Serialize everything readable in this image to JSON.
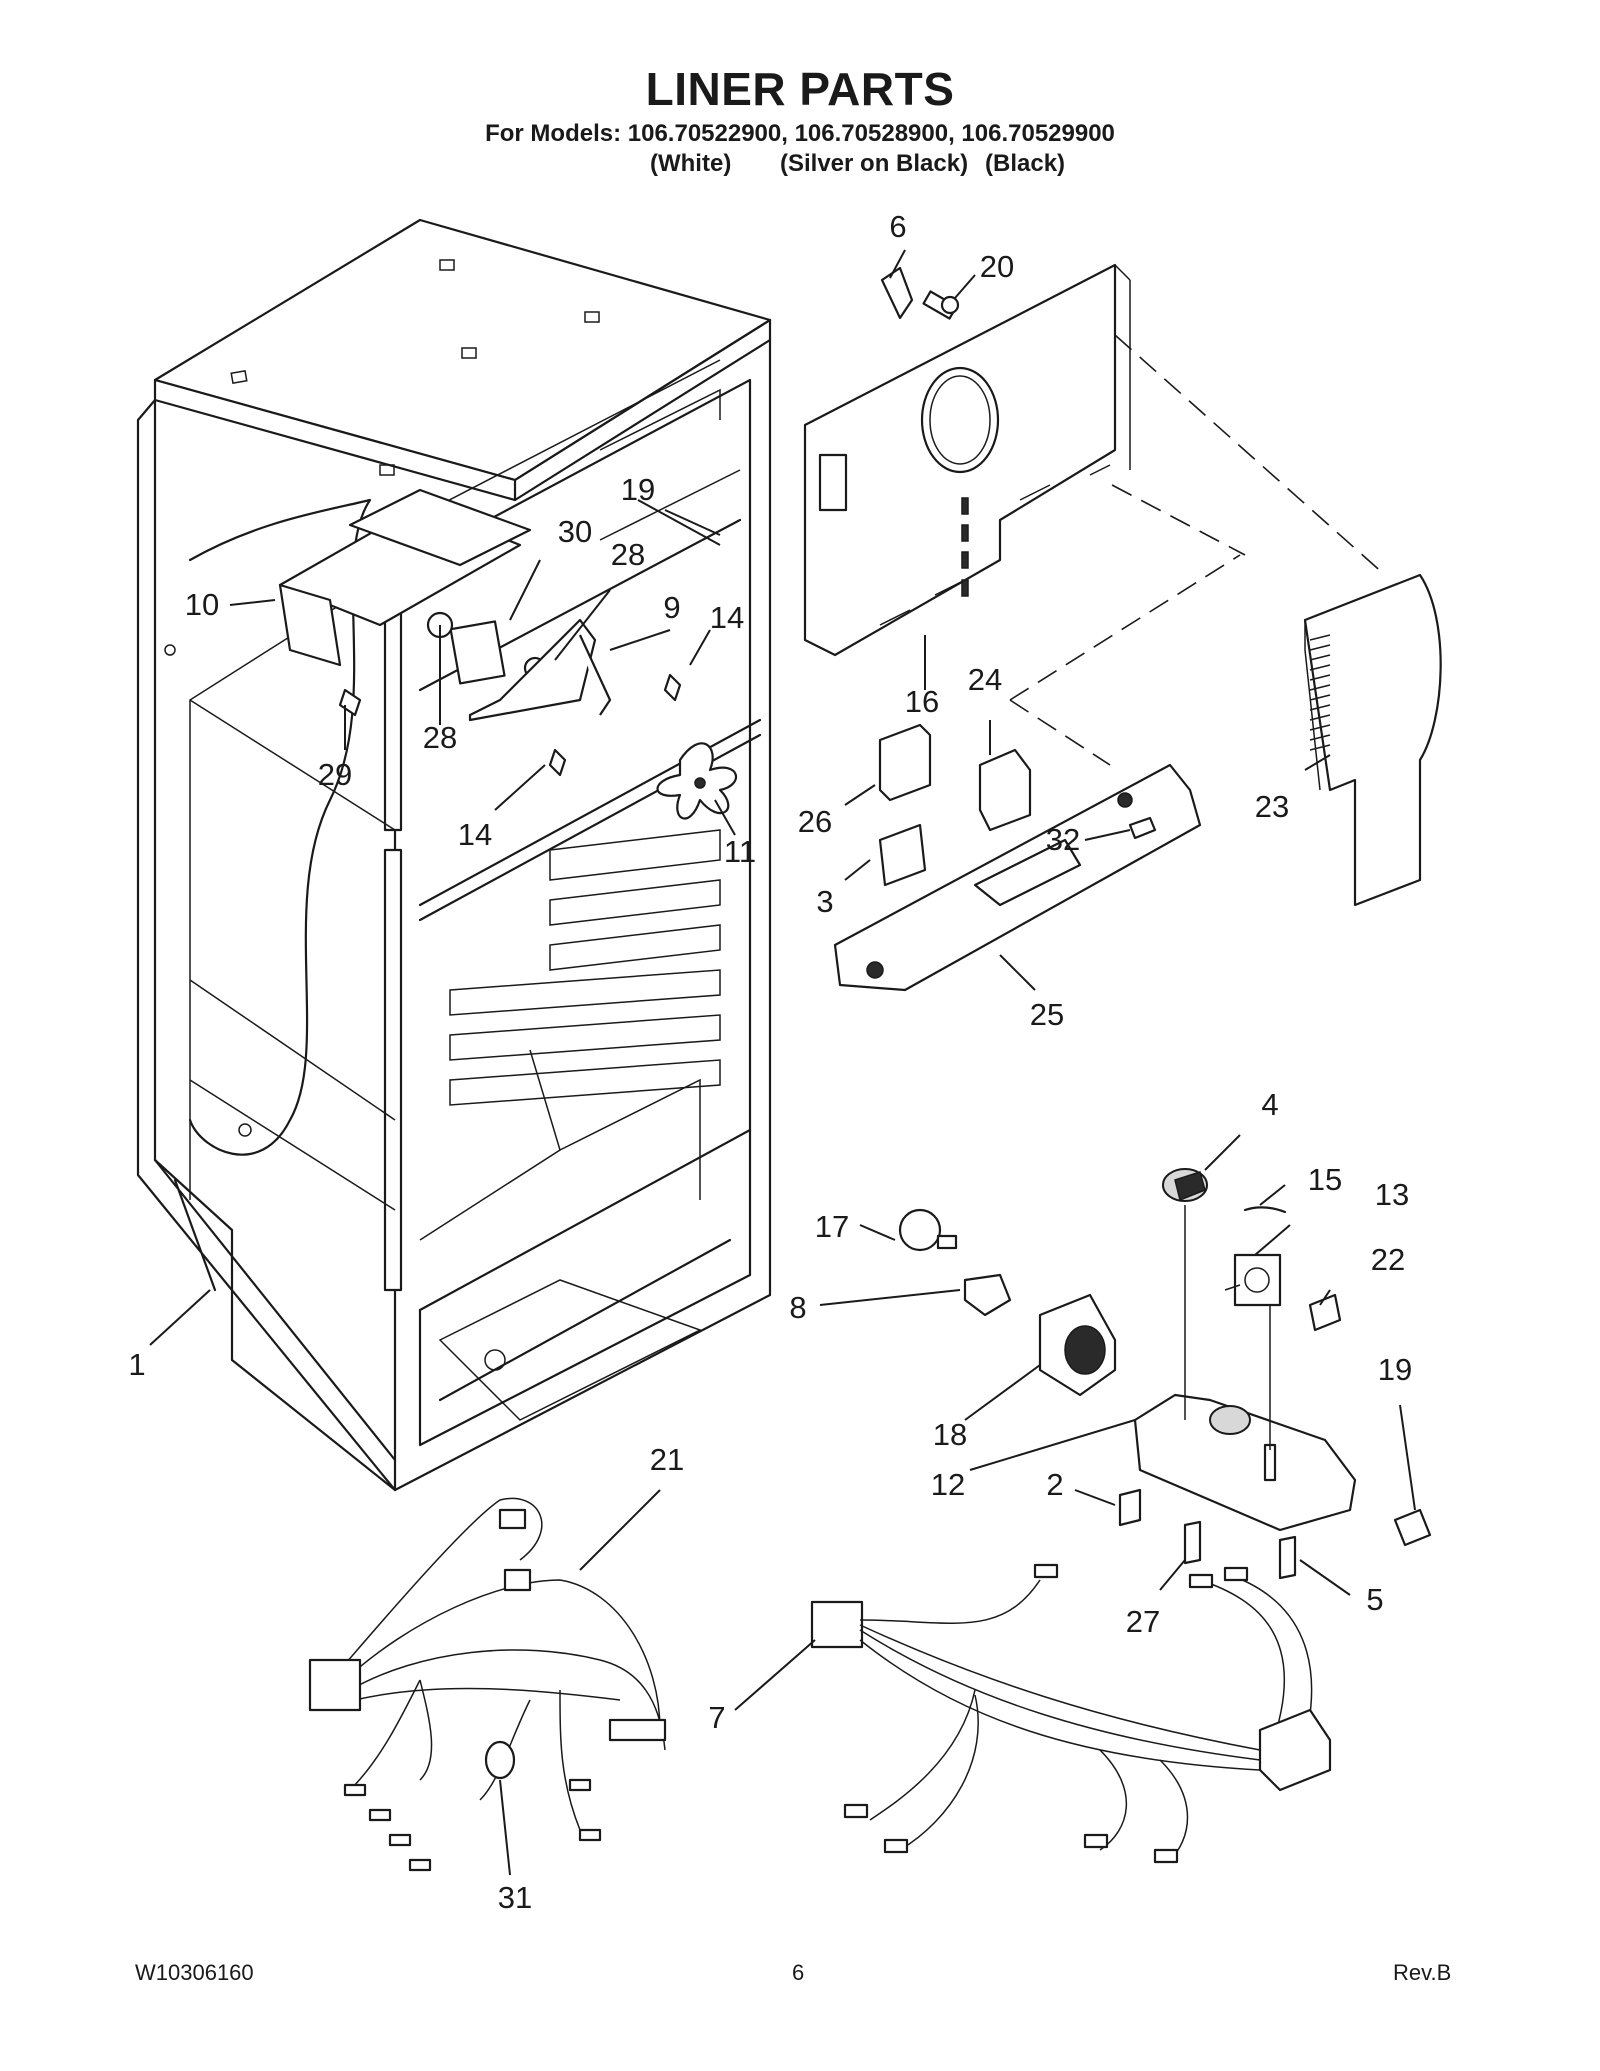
{
  "header": {
    "title": "LINER PARTS",
    "models_line": "For Models: 106.70522900, 106.70528900, 106.70529900",
    "variants": [
      "(White)",
      "(Silver on Black)",
      "(Black)"
    ]
  },
  "callouts": [
    "6",
    "20",
    "19",
    "30",
    "28",
    "9",
    "14",
    "10",
    "29",
    "28",
    "14",
    "11",
    "16",
    "24",
    "26",
    "32",
    "3",
    "25",
    "23",
    "4",
    "15",
    "13",
    "17",
    "22",
    "8",
    "19",
    "18",
    "12",
    "2",
    "5",
    "27",
    "1",
    "21",
    "7",
    "31"
  ],
  "footer": {
    "doc_number": "W10306160",
    "page_number": "6",
    "revision": "Rev.B"
  }
}
